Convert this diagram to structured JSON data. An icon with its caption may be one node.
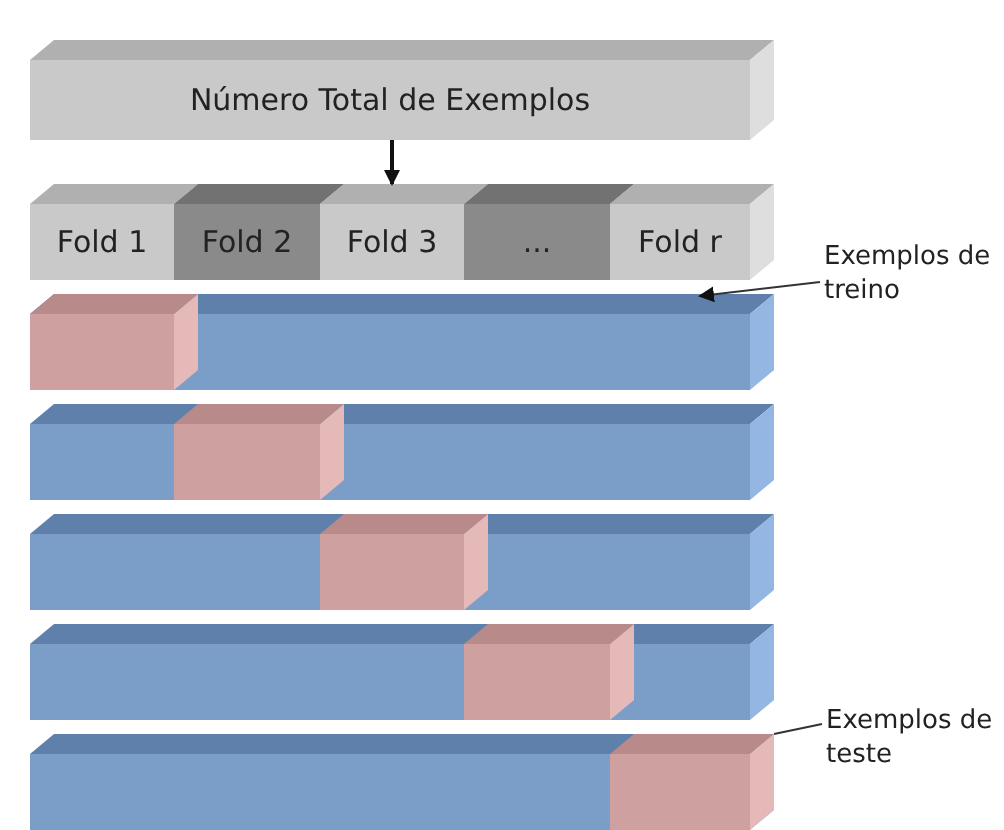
{
  "diagram": {
    "nodes": [
      {
        "text": [
          "Número Total de Exemplos"
        ]
      },
      {
        "text": [
          "Fold 1"
        ]
      },
      {
        "text": [
          "Fold 2"
        ]
      },
      {
        "text": [
          "Fold 3"
        ]
      },
      {
        "text": [
          "..."
        ]
      },
      {
        "text": [
          "Fold r"
        ]
      },
      {
        "text": [],
        "shape": "bar"
      },
      {
        "text": [],
        "shape": "box",
        "in": 6
      },
      {
        "text": [],
        "shape": "bar"
      },
      {
        "text": [],
        "shape": "box",
        "in": 8
      },
      {
        "text": [],
        "shape": "bar"
      },
      {
        "text": [],
        "shape": "box",
        "in": 10
      },
      {
        "text": [],
        "shape": "bar"
      },
      {
        "text": [],
        "shape": "box",
        "in": 12
      },
      {
        "text": [],
        "shape": "bar"
      },
      {
        "text": [],
        "shape": "box",
        "in": 14
      },
      {
        "text": [
          "Exemplos de treino"
        ]
      },
      {
        "text": [
          "Exemplos de teste"
        ]
      }
    ],
    "edges": [
      {
        "from": 0,
        "to": 3,
        "arrow": "to"
      },
      {
        "from": 16,
        "to": 6,
        "arrow": "to"
      },
      {
        "from": 17,
        "to": 15,
        "arrow": "none"
      }
    ]
  }
}
